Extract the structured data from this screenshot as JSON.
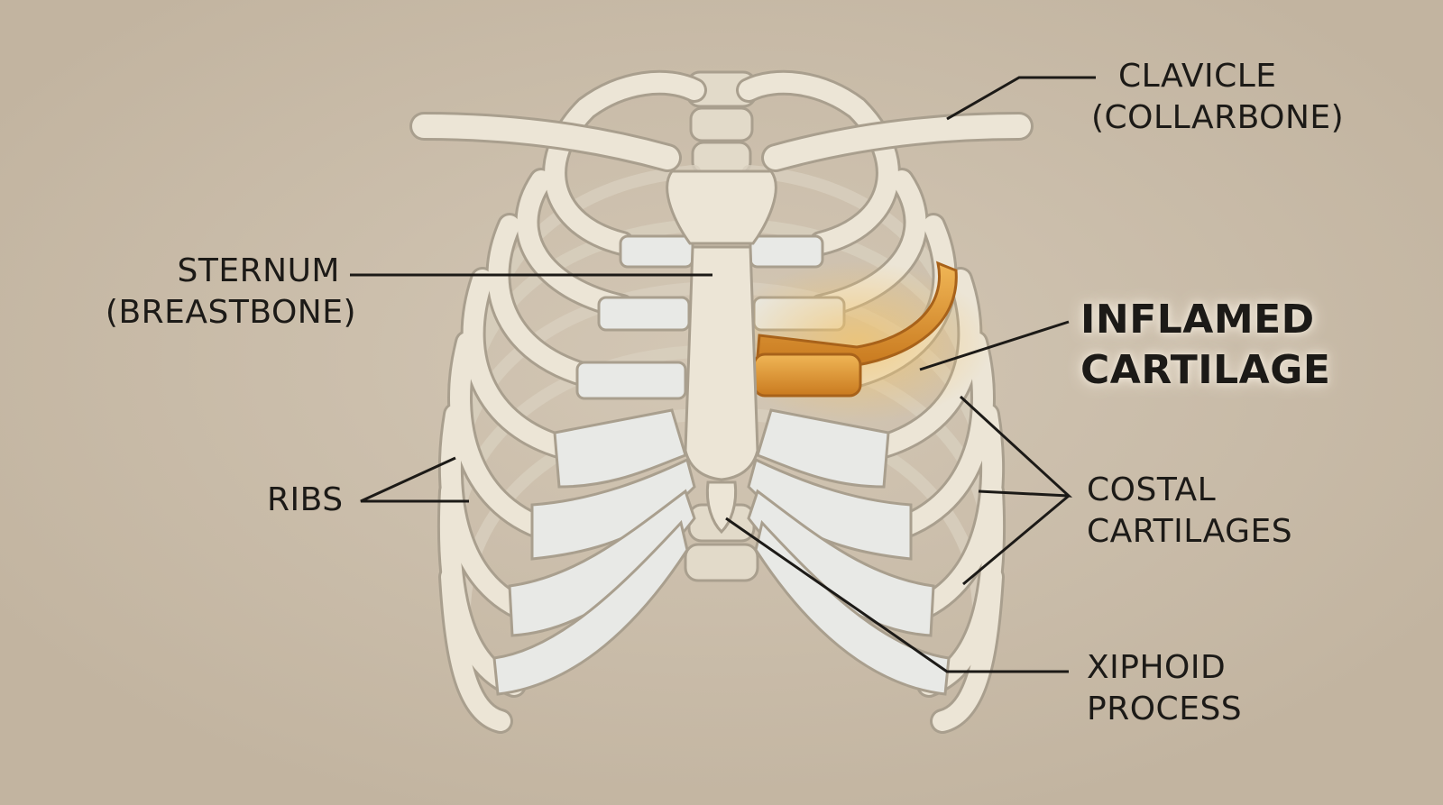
{
  "diagram": {
    "labels": {
      "clavicle": {
        "line1": "CLAVICLE",
        "line2": "(COLLARBONE)"
      },
      "sternum": {
        "line1": "STERNUM",
        "line2": "(BREASTBONE)"
      },
      "inflamed": {
        "line1": "INFLAMED",
        "line2": "CARTILAGE"
      },
      "ribs": {
        "line1": "RIBS"
      },
      "costal": {
        "line1": "COSTAL",
        "line2": "CARTILAGES"
      },
      "xiphoid": {
        "line1": "XIPHOID",
        "line2": "PROCESS"
      }
    },
    "colors": {
      "background": "#c9bca9",
      "bone": "#ece5d6",
      "bone_outline": "#a99f8e",
      "cartilage": "#e8e9e6",
      "inflamed": "#d9902c",
      "leader_line": "#1c1a17"
    }
  }
}
